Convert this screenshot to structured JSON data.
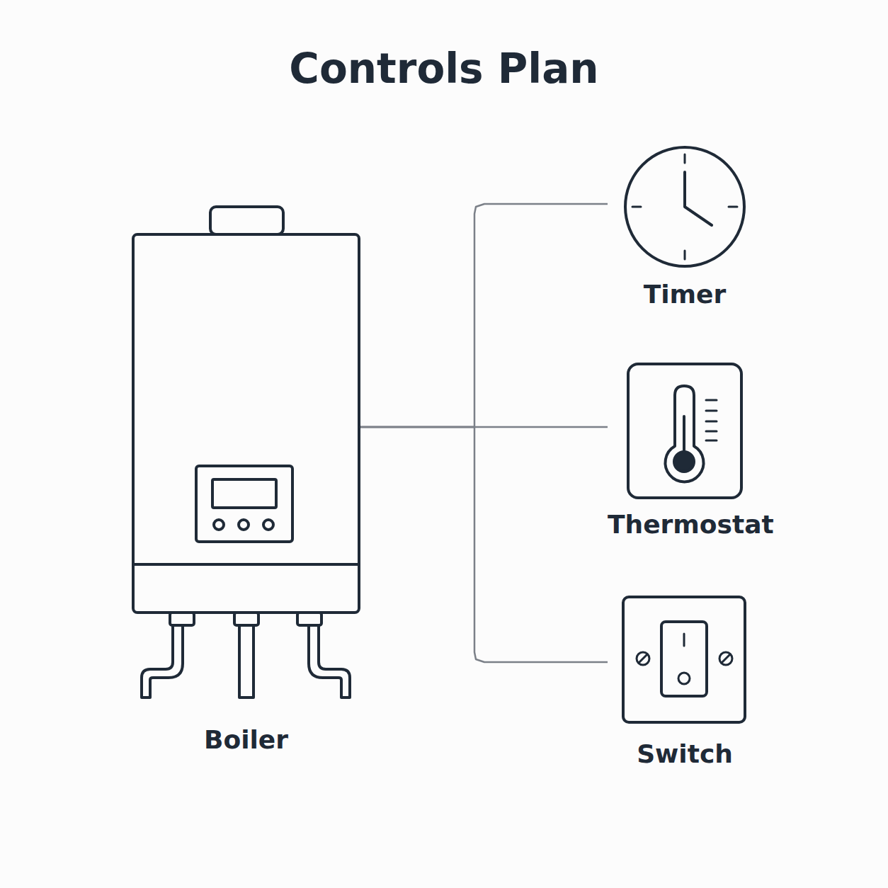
{
  "diagram": {
    "title": "Controls Plan",
    "nodes": [
      {
        "text": [
          "Boiler"
        ]
      },
      {
        "text": [
          "Timer"
        ]
      },
      {
        "text": [
          "Thermostat"
        ]
      },
      {
        "text": [
          "Switch"
        ]
      }
    ],
    "edges": [
      {
        "from": 0,
        "to": 1,
        "arrow": "none"
      },
      {
        "from": 0,
        "to": 2,
        "arrow": "none"
      },
      {
        "from": 0,
        "to": 3,
        "arrow": "none"
      }
    ]
  }
}
